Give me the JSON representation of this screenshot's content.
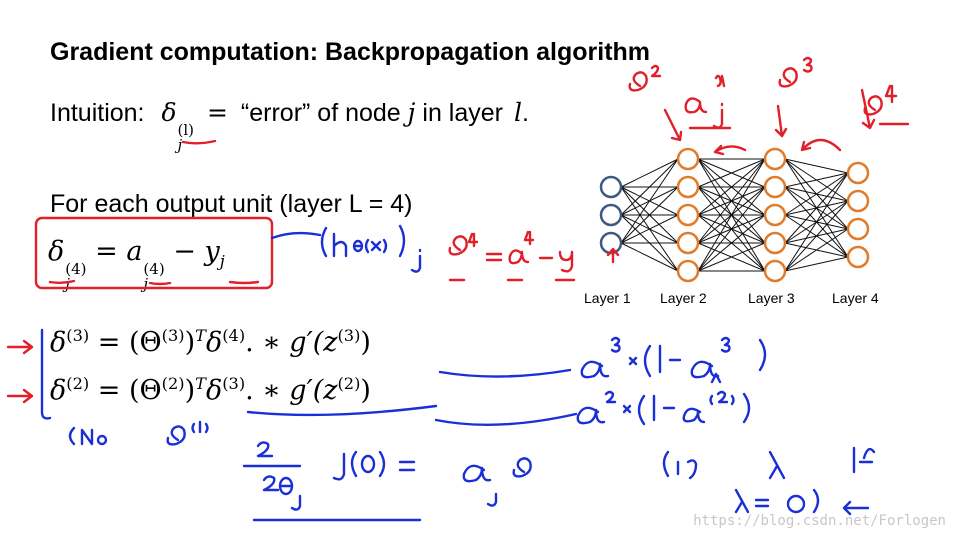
{
  "slide": {
    "title": "Gradient computation: Backpropagation algorithm",
    "intuition": {
      "label": "Intuition:",
      "delta": "δ",
      "sup": "(l)",
      "sub": "j",
      "equals": "=",
      "quote": "“error”",
      "of_node": "of node",
      "j": "j",
      "in_layer": "in layer",
      "l": "l",
      "period": "."
    },
    "for_each": "For each output unit (layer L = 4)",
    "equations": {
      "eq1": {
        "lhs": "δ",
        "lhs_sup": "(4)",
        "lhs_sub": "j",
        "eq": " = ",
        "a": "a",
        "a_sup": "(4)",
        "a_sub": "j",
        "minus": " − ",
        "y": "y",
        "y_sub": "j"
      },
      "eq2": {
        "text_a": "δ",
        "sup1": "(3)",
        "text_b": " = (Θ",
        "sup2": "(3)",
        "text_c": ")",
        "sup3": "T",
        "text_d": "δ",
        "sup4": "(4)",
        "text_e": ". ∗ ",
        "text_f": "g′(z",
        "sup5": "(3)",
        "text_g": ")"
      },
      "eq3": {
        "text_a": "δ",
        "sup1": "(2)",
        "text_b": " = (Θ",
        "sup2": "(2)",
        "text_c": ")",
        "sup3": "T",
        "text_d": "δ",
        "sup4": "(3)",
        "text_e": ". ∗ ",
        "text_f": "g′(z",
        "sup5": "(2)",
        "text_g": ")"
      }
    },
    "network": {
      "layers": [
        {
          "label": "Layer 1",
          "nodes": 3,
          "color": "#3d5a80"
        },
        {
          "label": "Layer 2",
          "nodes": 5,
          "color": "#e07b2a"
        },
        {
          "label": "Layer 3",
          "nodes": 5,
          "color": "#e07b2a"
        },
        {
          "label": "Layer 4",
          "nodes": 4,
          "color": "#e07b2a"
        }
      ]
    },
    "ink_colors": {
      "blue": "#1a2fd6",
      "red": "#e0202a"
    },
    "watermark": "https://blog.csdn.net/Forlogen"
  }
}
